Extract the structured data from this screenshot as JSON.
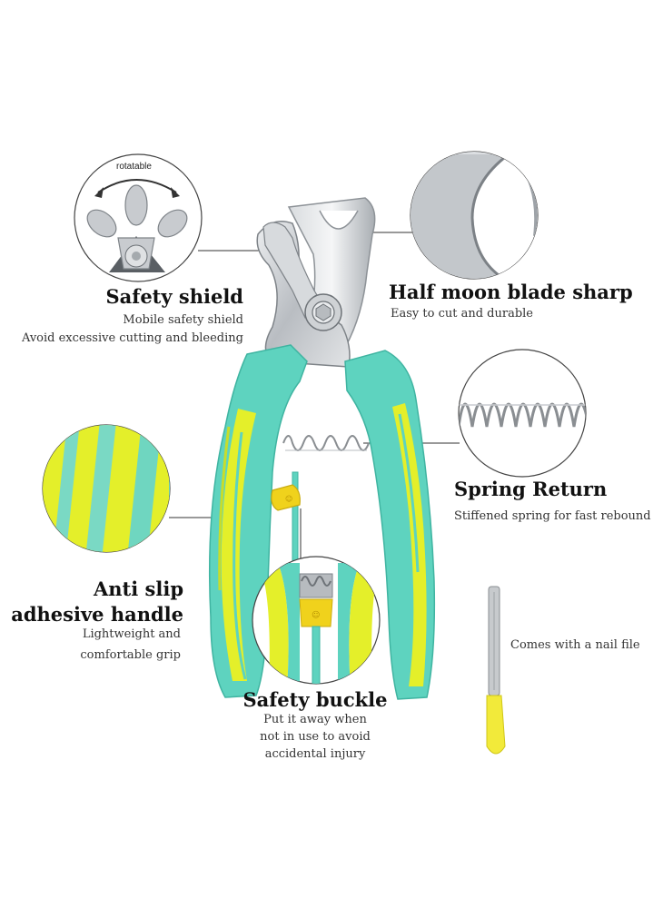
{
  "callouts": {
    "rotatable_label": "rotatable",
    "safety_shield": {
      "title": "Safety shield",
      "line1": "Mobile safety shield",
      "line2": "Avoid excessive cutting and bleeding"
    },
    "half_moon": {
      "title": "Half moon blade sharp",
      "line1": "Easy to cut and durable"
    },
    "spring": {
      "title": "Spring Return",
      "line1": "Stiffened spring for fast rebound"
    },
    "anti_slip": {
      "title_line1": "Anti slip",
      "title_line2": "adhesive handle",
      "line1": "Lightweight and",
      "line2": "comfortable grip"
    },
    "safety_buckle": {
      "title": "Safety buckle",
      "line1": "Put it away when",
      "line2": "not in use to avoid",
      "line3": "accidental injury"
    },
    "nail_file": {
      "line1": "Comes with a nail file"
    }
  },
  "colors": {
    "handle_teal": "#5ed3bf",
    "handle_yellow": "#e4ef2a",
    "steel": "#c9ccd0",
    "buckle": "#f0d21c",
    "file_yellow": "#f2ea3a"
  }
}
